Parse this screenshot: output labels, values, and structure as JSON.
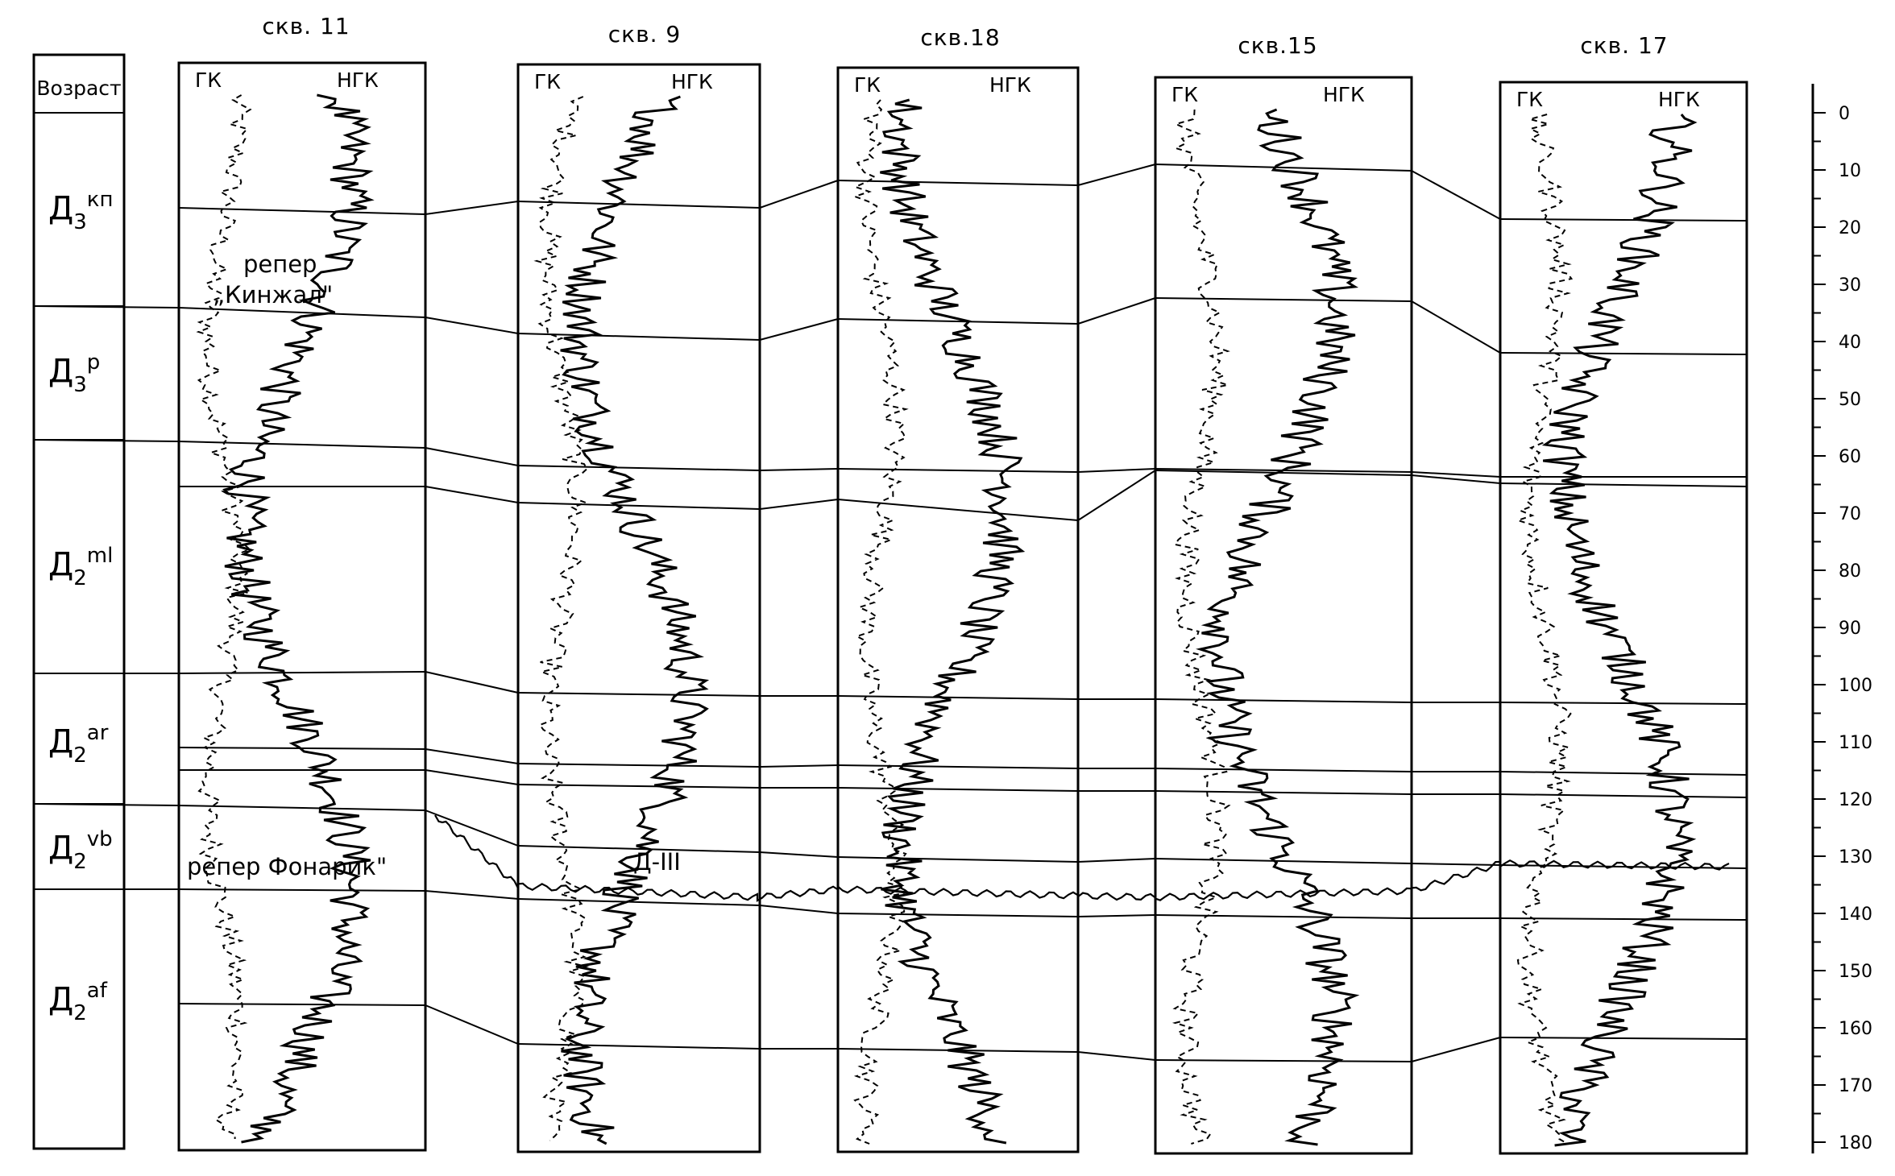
{
  "figure": {
    "age_column": {
      "header": "Возраст",
      "units": [
        {
          "label": "Д3кп",
          "base": "Д",
          "sub": "3",
          "sup": "кп"
        },
        {
          "label": "Д3р",
          "base": "Д",
          "sub": "3",
          "sup": "р"
        },
        {
          "label": "Д2ml",
          "base": "Д",
          "sub": "2",
          "sup": "ml"
        },
        {
          "label": "Д2ar",
          "base": "Д",
          "sub": "2",
          "sup": "ar"
        },
        {
          "label": "Д2vb",
          "base": "Д",
          "sub": "2",
          "sup": "vb"
        },
        {
          "label": "Д2af",
          "base": "Д",
          "sub": "2",
          "sup": "af"
        }
      ]
    },
    "wells": [
      {
        "name": "скв. 11",
        "gk_label": "ГК",
        "ngk_label": "НГК"
      },
      {
        "name": "скв. 9",
        "gk_label": "ГК",
        "ngk_label": "НГК"
      },
      {
        "name": "скв.18",
        "gk_label": "ГК",
        "ngk_label": "НГК"
      },
      {
        "name": "скв.15",
        "gk_label": "ГК",
        "ngk_label": "НГК"
      },
      {
        "name": "скв. 17",
        "gk_label": "ГК",
        "ngk_label": "НГК"
      }
    ],
    "annotations": {
      "kinzhal_line1": "репер",
      "kinzhal_line2": "„Кинжал\"",
      "fonarik": "репер Фонарик\"",
      "d3": "Д-III"
    },
    "depth_scale": {
      "min": 0,
      "max": 180,
      "labels": [
        "0",
        "10",
        "20",
        "30",
        "40",
        "50",
        "60",
        "70",
        "80",
        "90",
        "100",
        "110",
        "120",
        "130",
        "140",
        "150",
        "160",
        "170",
        "180"
      ]
    }
  }
}
